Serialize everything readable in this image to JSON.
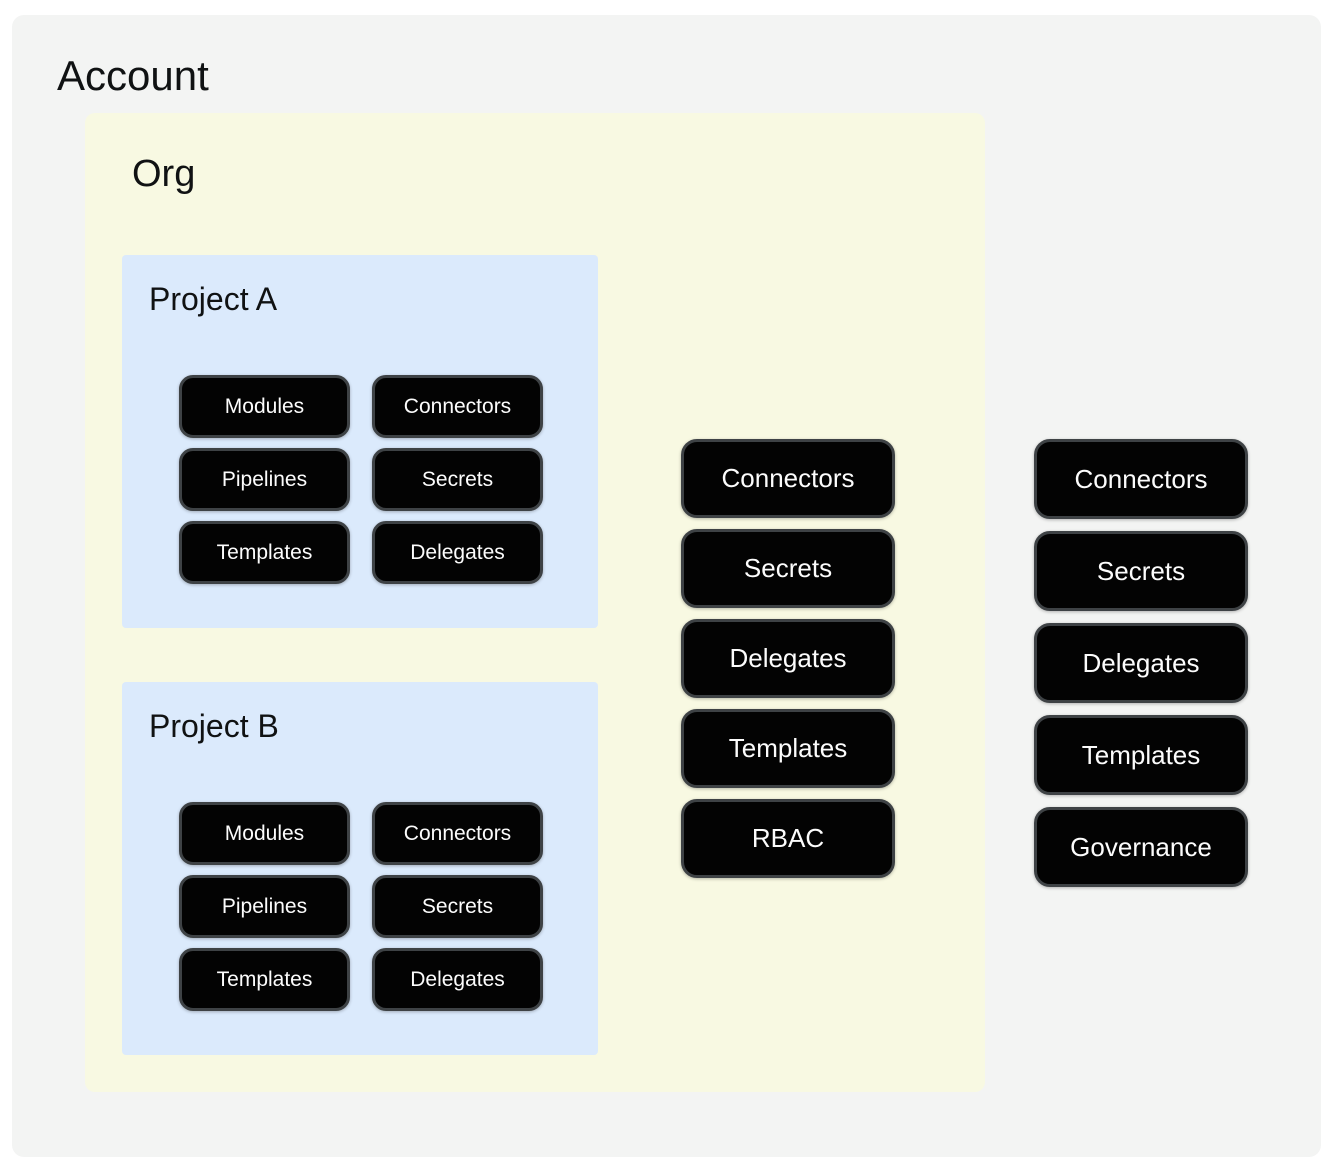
{
  "account": {
    "label": "Account",
    "resources": [
      "Connectors",
      "Secrets",
      "Delegates",
      "Templates",
      "Governance"
    ],
    "org": {
      "label": "Org",
      "resources": [
        "Connectors",
        "Secrets",
        "Delegates",
        "Templates",
        "RBAC"
      ],
      "projects": [
        {
          "label": "Project A",
          "resources": [
            "Modules",
            "Connectors",
            "Pipelines",
            "Secrets",
            "Templates",
            "Delegates"
          ]
        },
        {
          "label": "Project B",
          "resources": [
            "Modules",
            "Connectors",
            "Pipelines",
            "Secrets",
            "Templates",
            "Delegates"
          ]
        }
      ]
    }
  },
  "colors": {
    "page_background": "#ffffff",
    "account_background": "#f3f4f3",
    "org_background": "#f8f9e2",
    "project_background": "#dbeafc",
    "pill_background": "#030303",
    "pill_border": "#3e4245",
    "pill_text": "#fcfcfc",
    "title_text": "#101213"
  }
}
